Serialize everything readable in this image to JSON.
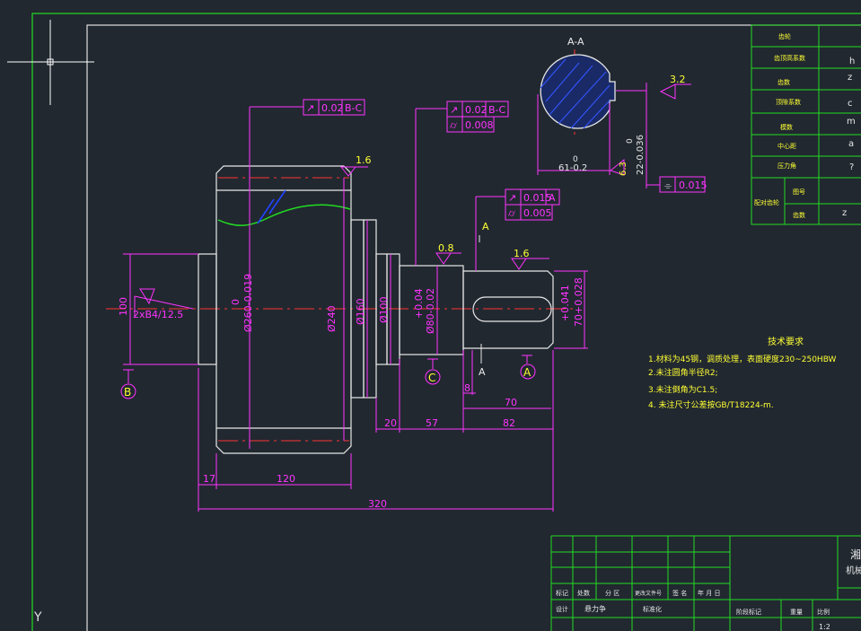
{
  "section_label": "A-A",
  "roughness": {
    "keyway_side": "3.2",
    "shaft_end": "1.6",
    "gear_face": "1.6",
    "journal": "0.8",
    "key_slot": "6.3"
  },
  "section_dims": {
    "width": "61-0.2",
    "width_zero": "0",
    "key_depth": "22-0.036",
    "key_depth_zero": "0",
    "symmetry": "0.015"
  },
  "tolerance_frames": {
    "gear": {
      "value": "0.02",
      "datum": "B-C"
    },
    "journal_runout": {
      "value": "0.02",
      "datum": "B-C"
    },
    "journal_cyl": {
      "value": "0.008"
    },
    "end_runout": {
      "value": "0.015",
      "datum": "A"
    },
    "end_cyl": {
      "value": "0.005"
    }
  },
  "diameters": {
    "gear": "Ø260-0.019",
    "gear_zero": "0",
    "body": "Ø240",
    "shoulder": "Ø160",
    "collar": "Ø100",
    "journal": "Ø80-0.02",
    "journal_upper": "+0.04",
    "end": "70+0.028",
    "end_upper": "+0.041"
  },
  "left_end": {
    "height": "100",
    "center_hole": "2xB4/12.5"
  },
  "datums": {
    "a": "A",
    "b": "B",
    "c": "C"
  },
  "section_markers": {
    "top": "A",
    "bottom": "A"
  },
  "lengths": {
    "l8": "8",
    "l70": "70",
    "l20": "20",
    "l57": "57",
    "l82": "82",
    "l17": "17",
    "l120": "120",
    "l320": "320"
  },
  "tech_req": {
    "title": "技术要求",
    "items": [
      "1.材料为45钢，调质处理，表面硬度230~250HBW",
      "2.未注圆角半径R2;",
      "3.未注倒角为C1.5;",
      "4. 未注尺寸公差按GB/T18224-m."
    ]
  },
  "param_table": {
    "rows": [
      {
        "label": "齿轮",
        "value": ""
      },
      {
        "label": "齿顶高系数",
        "value": "h"
      },
      {
        "label": "齿数",
        "value": "z"
      },
      {
        "label": "顶隙系数",
        "value": "c"
      },
      {
        "label": "模数",
        "value": "m"
      },
      {
        "label": "中心距",
        "value": "a"
      },
      {
        "label": "压力角",
        "value": "?"
      }
    ],
    "mating": {
      "group": "配对齿轮",
      "rows": [
        {
          "label": "图号",
          "value": ""
        },
        {
          "label": "齿数",
          "value": "z"
        }
      ]
    }
  },
  "title_block": {
    "header": [
      "标记",
      "处数",
      "分 区",
      "更改文件号",
      "签 名",
      "年 月 日"
    ],
    "design_row": [
      "设计",
      "悬力争",
      "标准化"
    ],
    "right_header": [
      "阶段标记",
      "重量",
      "比例"
    ],
    "scale": "1:2",
    "school": [
      "湘",
      "机械"
    ]
  },
  "ucs": "Y"
}
